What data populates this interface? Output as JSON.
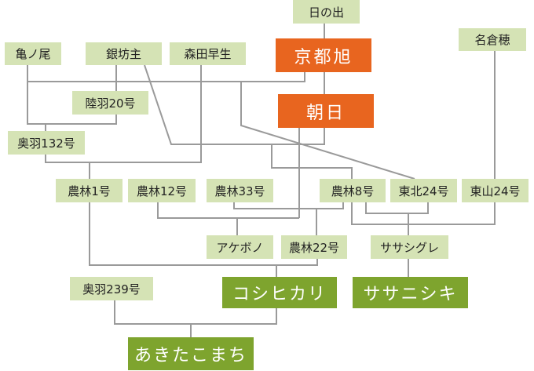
{
  "colors": {
    "ancestor_fill": "#d5e3b5",
    "parent_fill": "#e8651f",
    "product_fill": "#7ea42e",
    "connector": "#9a9a9a"
  },
  "nodes": {
    "hinode": "日の出",
    "kyoto_asahi": "京都旭",
    "asahi": "朝日",
    "kamenoo": "亀ノ尾",
    "ginbozu": "銀坊主",
    "morita_wase": "森田早生",
    "naguraho": "名倉穂",
    "rikuu20": "陸羽20号",
    "ouu132": "奥羽132号",
    "norin1": "農林1号",
    "norin12": "農林12号",
    "norin33": "農林33号",
    "norin8": "農林8号",
    "tohoku24": "東北24号",
    "tozan24": "東山24号",
    "akebono": "アケボノ",
    "norin22": "農林22号",
    "sasashigure": "ササシグレ",
    "ouu239": "奥羽239号",
    "koshihikari": "コシヒカリ",
    "sasanishiki": "ササニシキ",
    "akitakomachi": "あきたこまち"
  },
  "edges": [
    [
      "hinode",
      "kyoto_asahi"
    ],
    [
      "kyoto_asahi",
      "asahi"
    ],
    [
      "kamenoo",
      "rikuu20"
    ],
    [
      "ginbozu",
      "rikuu20"
    ],
    [
      "kamenoo",
      "ouu132"
    ],
    [
      "rikuu20",
      "ouu132"
    ],
    [
      "ouu132",
      "norin1"
    ],
    [
      "morita_wase",
      "norin1"
    ],
    [
      "kamenoo",
      "tohoku24"
    ],
    [
      "kyoto_asahi",
      "tohoku24"
    ],
    [
      "ginbozu",
      "norin8"
    ],
    [
      "asahi",
      "norin8"
    ],
    [
      "norin12",
      "akebono"
    ],
    [
      "asahi",
      "akebono"
    ],
    [
      "norin33",
      "norin22"
    ],
    [
      "norin8",
      "norin22"
    ],
    [
      "norin8",
      "sasashigure"
    ],
    [
      "tohoku24",
      "sasashigure"
    ],
    [
      "naguraho",
      "tozan24"
    ],
    [
      "norin8",
      "tozan24"
    ],
    [
      "norin1",
      "koshihikari"
    ],
    [
      "norin22",
      "koshihikari"
    ],
    [
      "sasashigure",
      "sasanishiki"
    ],
    [
      "ouu239",
      "akitakomachi"
    ],
    [
      "koshihikari",
      "akitakomachi"
    ]
  ]
}
